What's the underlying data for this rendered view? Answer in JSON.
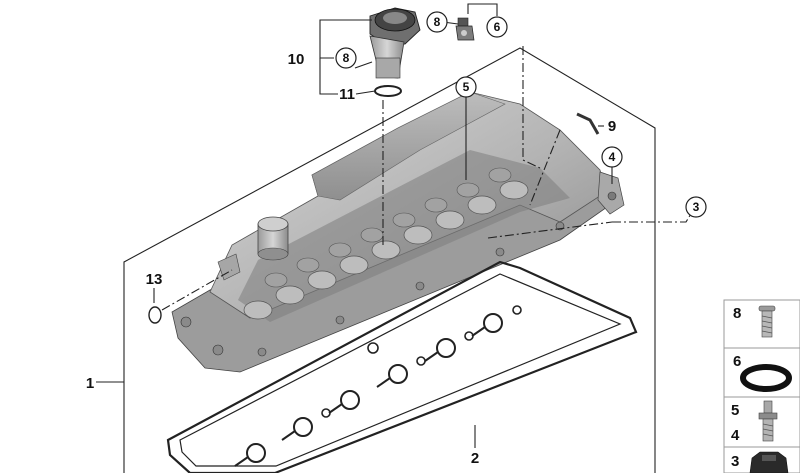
{
  "labels": {
    "l1": "1",
    "l2": "2",
    "l3": "3",
    "l4": "4",
    "l5": "5",
    "l6": "6",
    "l8a": "8",
    "l8b": "8",
    "l9": "9",
    "l10": "10",
    "l11": "11",
    "l13": "13"
  },
  "side_panel": {
    "items": [
      {
        "id": "s8",
        "label": "8",
        "part": "screw-icon"
      },
      {
        "id": "s6",
        "label": "6",
        "part": "o-ring-icon"
      },
      {
        "id": "s54a",
        "label": "5",
        "part": "stud-bolt-icon"
      },
      {
        "id": "s54b",
        "label": "4",
        "part": "stud-bolt-icon"
      },
      {
        "id": "s3",
        "label": "3",
        "part": "rubber-mount-icon"
      }
    ]
  },
  "colors": {
    "line": "#222222",
    "cover_light": "#c9c9c9",
    "cover_mid": "#a7a7a7",
    "cover_dark": "#6e6e6e",
    "panel_border": "#9a9a9a"
  }
}
